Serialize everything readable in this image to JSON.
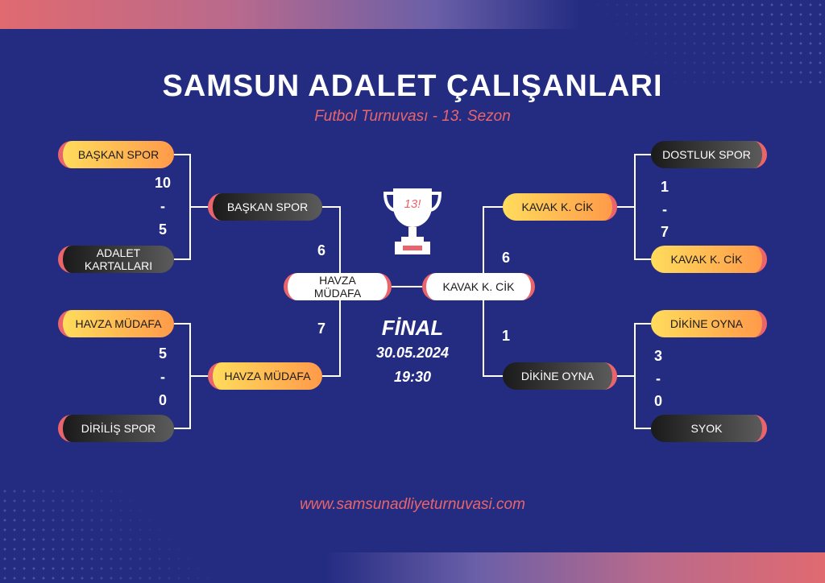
{
  "header": {
    "title": "SAMSUN ADALET ÇALIŞANLARI",
    "subtitle": "Futbol Turnuvası - 13. Sezon"
  },
  "trophy": {
    "icon": "trophy-icon",
    "number": "13!"
  },
  "left_bracket": {
    "match1": {
      "team1": "BAŞKAN SPOR",
      "team2": "ADALET KARTALLARI",
      "score1": "10",
      "sep": "-",
      "score2": "5"
    },
    "match2": {
      "team1": "HAVZA MÜDAFA",
      "team2": "DİRİLİŞ SPOR",
      "score1": "5",
      "sep": "-",
      "score2": "0"
    },
    "semi": {
      "team1": "BAŞKAN SPOR",
      "team2": "HAVZA MÜDAFA",
      "score1": "6",
      "score2": "7"
    }
  },
  "right_bracket": {
    "match1": {
      "team1": "DOSTLUK SPOR",
      "team2": "KAVAK K. CİK",
      "score1": "1",
      "sep": "-",
      "score2": "7"
    },
    "match2": {
      "team1": "DİKİNE OYNA",
      "team2": "SYOK",
      "score1": "3",
      "sep": "-",
      "score2": "0"
    },
    "semi": {
      "team1": "KAVAK K. CİK",
      "team2": "DİKİNE OYNA",
      "score1": "6",
      "score2": "1"
    }
  },
  "final": {
    "label": "FİNAL",
    "date": "30.05.2024",
    "time": "19:30",
    "team_left": "HAVZA MÜDAFA",
    "team_right": "KAVAK K. CİK"
  },
  "footer": {
    "website": "www.samsunadliyeturnuvasi.com"
  },
  "colors": {
    "background": "#242c82",
    "accent": "#e9656b",
    "gold_start": "#ffdc5c",
    "gold_end": "#ff9a4a"
  }
}
